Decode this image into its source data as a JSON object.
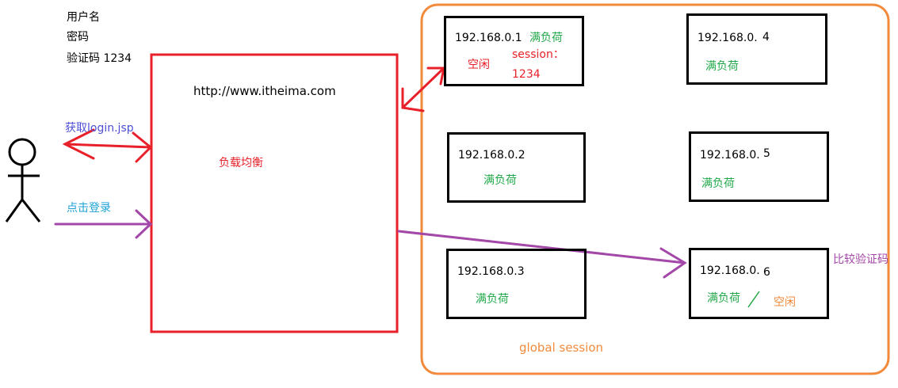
{
  "colors": {
    "red": "#e8202a",
    "purple": "#a347a8",
    "orange": "#f28a3c",
    "green": "#22a84a",
    "blue_login": "#4e4fd6",
    "cyan_click": "#1da2d8",
    "black": "#000000"
  },
  "form_labels": {
    "username": "用户名",
    "password": "密码",
    "captcha": "验证码  1234"
  },
  "actions": {
    "get_login": "获取login.jsp",
    "click_login": "点击登录"
  },
  "load_balancer": {
    "url": "http://www.itheima.com",
    "label": "负载均衡"
  },
  "servers": {
    "s1": {
      "ip": "192.168.0.1",
      "status": "满负荷",
      "idle": "空闲",
      "session_label": "session：",
      "session_value": "1234"
    },
    "s2": {
      "ip": "192.168.0.2",
      "status": "满负荷"
    },
    "s3": {
      "ip": "192.168.0.3",
      "status": "满负荷"
    },
    "s4": {
      "ip": "192.168.0.",
      "suffix": "4",
      "status": "满负荷"
    },
    "s5": {
      "ip": "192.168.0.",
      "suffix": "5",
      "status": "满负荷"
    },
    "s6": {
      "ip": "192.168.0.",
      "suffix": "6",
      "status": "满负荷",
      "idle": "空闲"
    }
  },
  "compare_label": "比较验证码",
  "global_session_label": "global session",
  "icons": {
    "user": "stick-figure-user-icon",
    "arrows": "arrow-icon"
  }
}
